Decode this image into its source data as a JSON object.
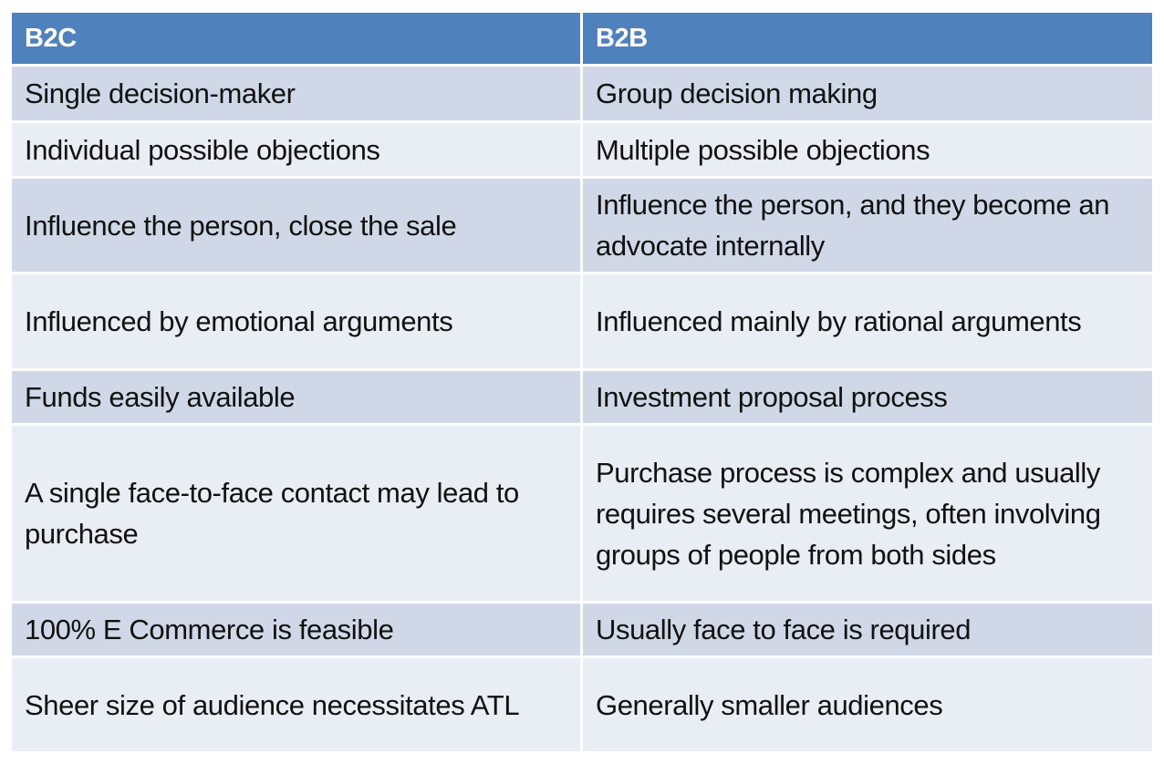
{
  "table": {
    "headers": [
      "B2C",
      "B2B"
    ],
    "rows": [
      [
        "Single decision-maker",
        "Group decision  making"
      ],
      [
        "Individual possible objections",
        "Multiple possible objections"
      ],
      [
        "Influence the person, close the sale",
        "Influence the person, and they become an advocate internally"
      ],
      [
        "Influenced by emotional arguments",
        "Influenced mainly by rational arguments"
      ],
      [
        "Funds easily available",
        "Investment proposal process"
      ],
      [
        "A single face-to-face contact may lead to purchase",
        "Purchase process is complex and usually requires several meetings, often involving groups of people from both sides"
      ],
      [
        "100% E Commerce is feasible",
        "Usually face to face is required"
      ],
      [
        "Sheer size of audience necessitates ATL",
        "Generally smaller audiences"
      ]
    ]
  },
  "colors": {
    "header_bg": "#4f81bd",
    "row_odd_bg": "#d0d8e8",
    "row_even_bg": "#e9edf4",
    "header_text": "#ffffff",
    "body_text": "#111111"
  }
}
